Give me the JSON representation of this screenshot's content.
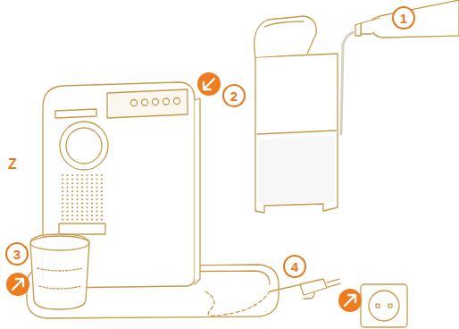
{
  "diagram": {
    "labels": [
      "Z",
      "1",
      "2",
      "3",
      "4"
    ]
  }
}
